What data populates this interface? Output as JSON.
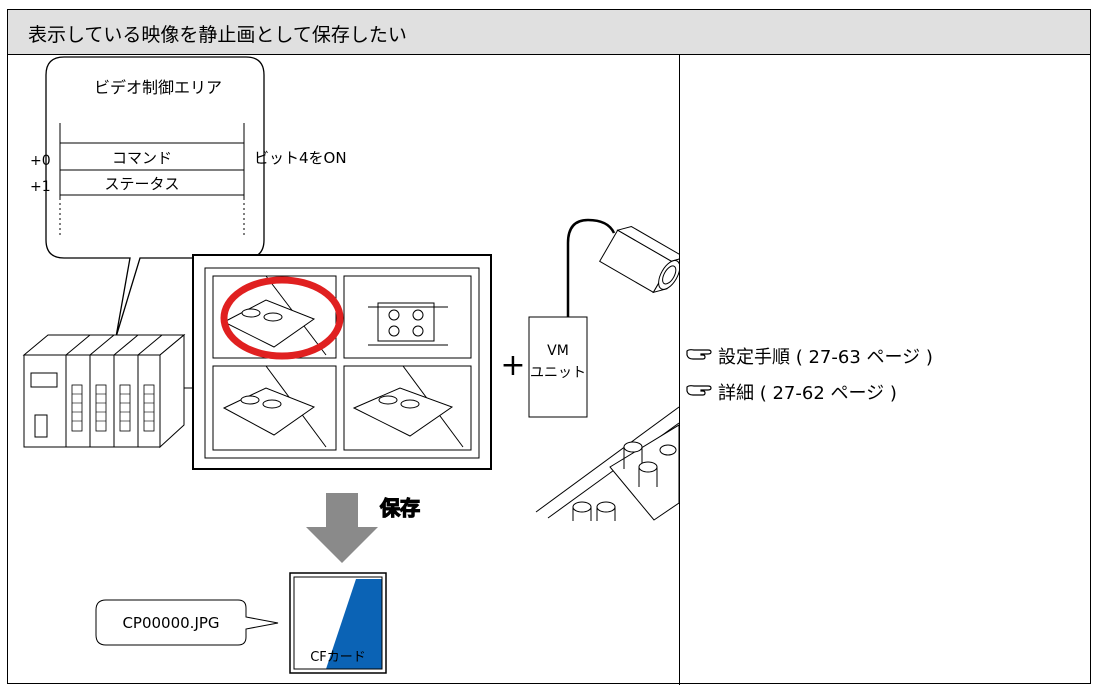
{
  "header": {
    "title": "表示している映像を静止画として保存したい"
  },
  "diagram": {
    "callout_title": "ビデオ制御エリア",
    "rows": [
      {
        "offset": "+0",
        "label": "コマンド"
      },
      {
        "offset": "+1",
        "label": "ステータス"
      }
    ],
    "bit_note": "ビット4をON",
    "vm_unit_line1": "VM",
    "vm_unit_line2": "ユニット",
    "plus": "+",
    "save_label": "保存",
    "filename": "CP00000.JPG",
    "cf_card_label": "CFカード"
  },
  "references": [
    {
      "icon": "pointing-hand-icon",
      "text": "設定手順 ( 27-63 ページ )"
    },
    {
      "icon": "pointing-hand-icon",
      "text": "詳細 ( 27-62 ページ )"
    }
  ],
  "colors": {
    "header_bg": "#e0e0e0",
    "highlight_circle": "#e02020",
    "cf_card_blue": "#0b63b5"
  }
}
